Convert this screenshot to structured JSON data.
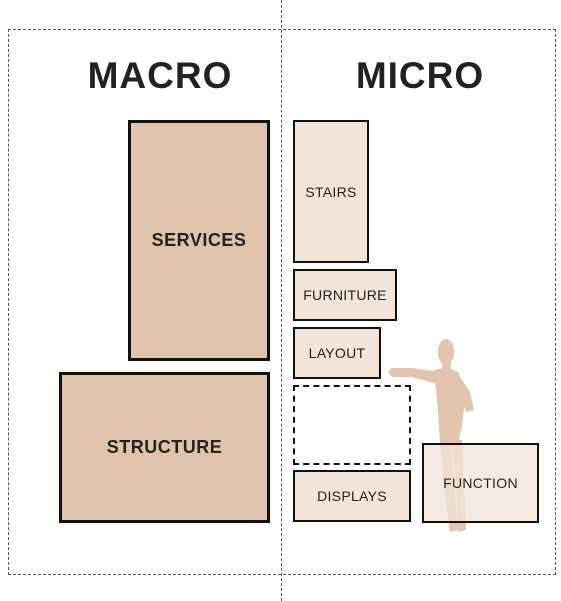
{
  "headings": {
    "macro": "MACRO",
    "micro": "MICRO"
  },
  "macro_boxes": {
    "services": "SERVICES",
    "structure": "STRUCTURE"
  },
  "micro_boxes": {
    "stairs": "STAIRS",
    "furniture": "FURNITURE",
    "layout": "LAYOUT",
    "displays": "DISPLAYS",
    "function": "FUNCTION"
  },
  "colors": {
    "macro_fill": "#dfc3ac",
    "micro_fill": "#f2e4d9",
    "figure_fill": "#e3c5ad",
    "outline": "#111111"
  },
  "icons": {
    "figure": "human-silhouette"
  }
}
